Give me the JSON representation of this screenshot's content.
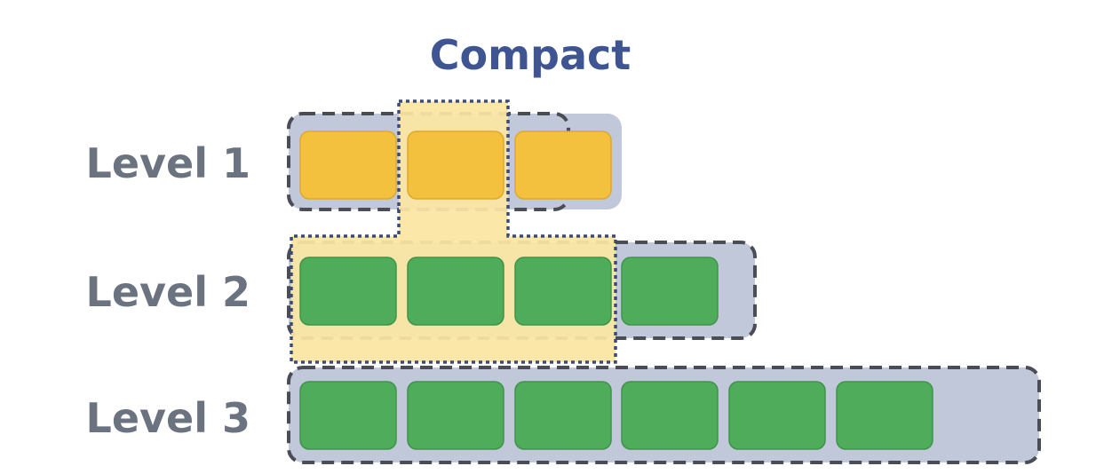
{
  "title": "Compact",
  "levels": [
    {
      "label": "Level 1",
      "blocks": 3,
      "block_color": "#f4c13f"
    },
    {
      "label": "Level 2",
      "blocks": 4,
      "block_color": "#4fac5b"
    },
    {
      "label": "Level 3",
      "blocks": 6,
      "block_color": "#4fac5b"
    }
  ],
  "colors": {
    "title": "#3f5591",
    "label": "#6c7380",
    "container_fill": "#c0c8d9",
    "container_border": "#4a4d55",
    "highlight_fill": "#fbe6a2",
    "highlight_border": "#3b4a7a",
    "yellow_block": "#f4c13f",
    "yellow_block_border": "#e0a82a",
    "green_block": "#4fac5b",
    "green_block_border": "#3d9449"
  }
}
